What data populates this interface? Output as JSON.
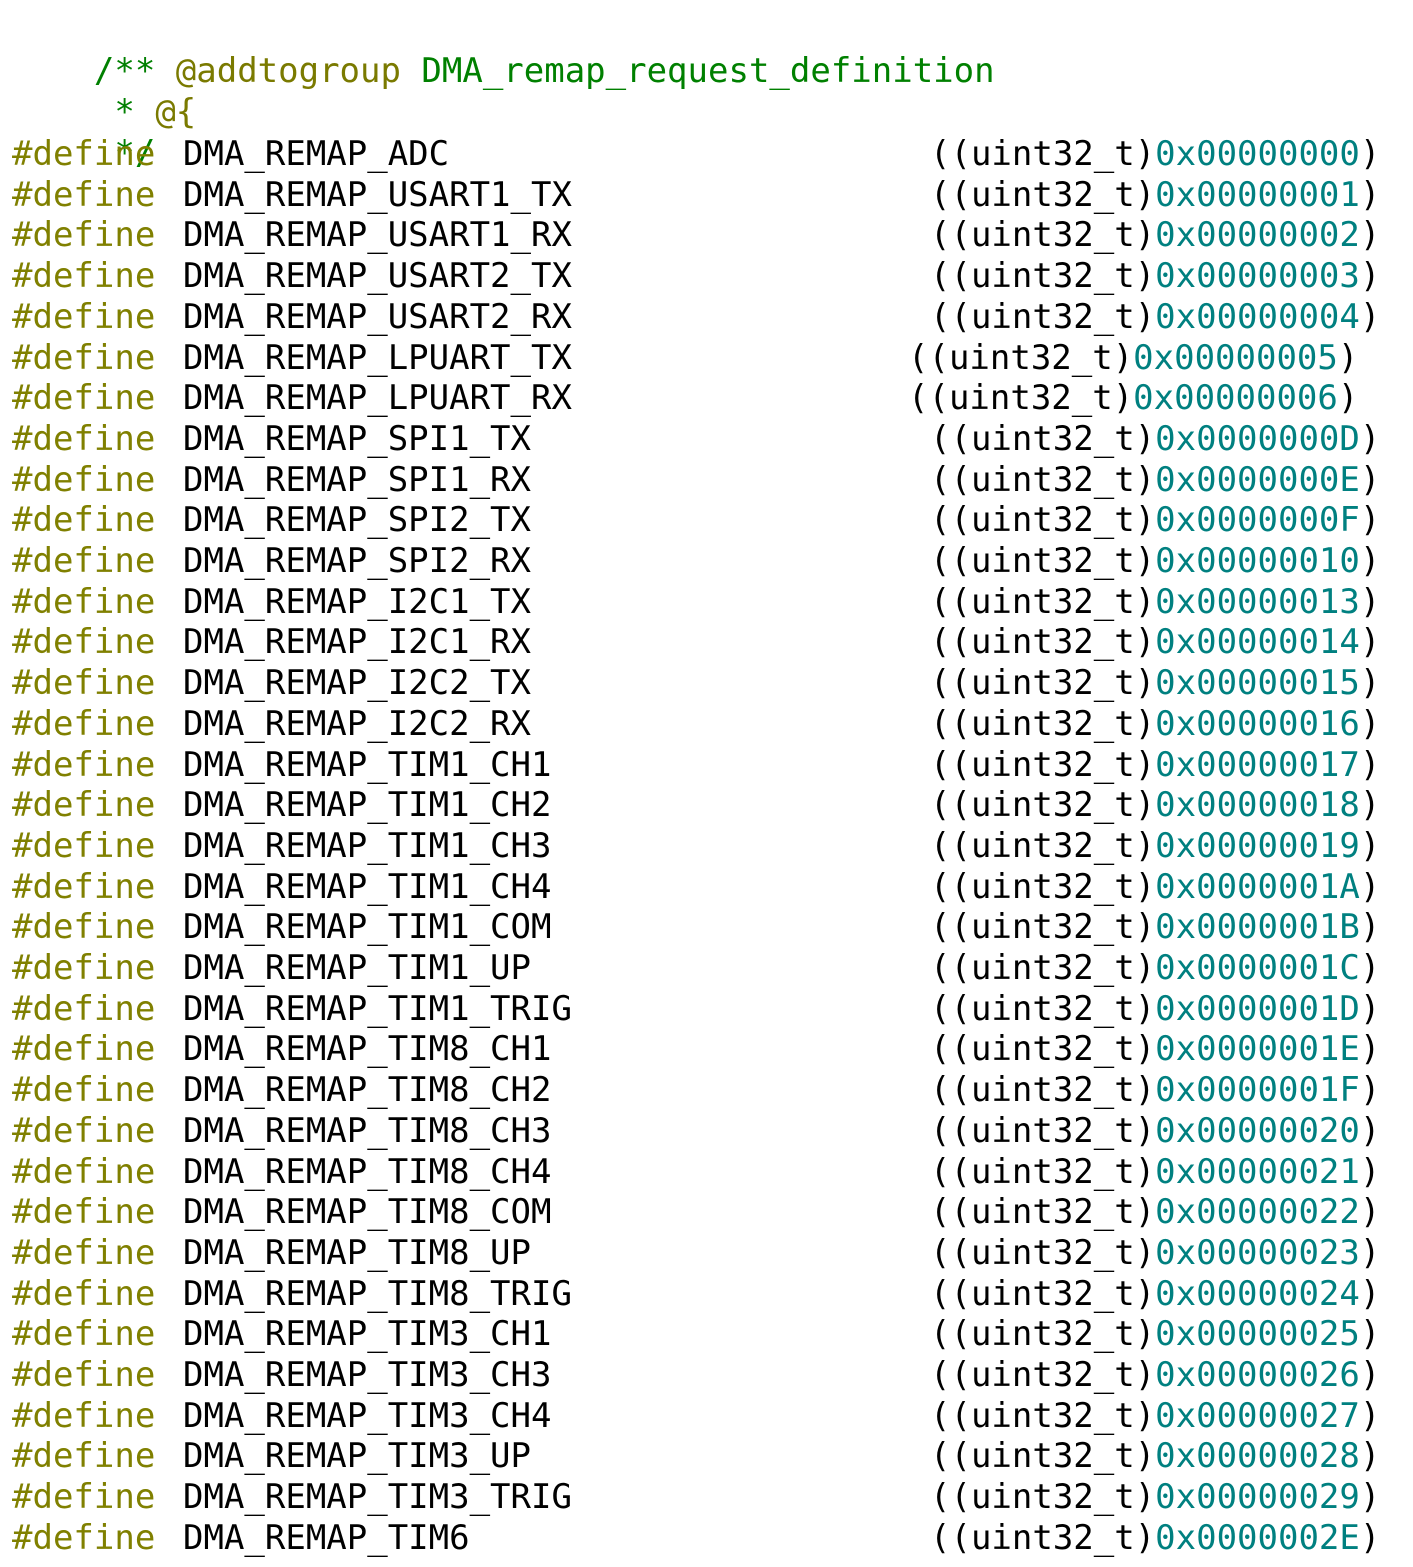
{
  "comment_lines": [
    {
      "prefix": "/** ",
      "tag": "@addtogroup",
      "rest": " DMA_remap_request_definition"
    },
    {
      "prefix": " * ",
      "tag": "@{",
      "rest": ""
    },
    {
      "prefix": " */",
      "tag": "",
      "rest": ""
    }
  ],
  "directive": "#define",
  "cast": "((uint32_t)",
  "close_paren": ")",
  "defines": [
    {
      "name": "DMA_REMAP_ADC",
      "hex": "0x00000000"
    },
    {
      "name": "DMA_REMAP_USART1_TX",
      "hex": "0x00000001"
    },
    {
      "name": "DMA_REMAP_USART1_RX",
      "hex": "0x00000002"
    },
    {
      "name": "DMA_REMAP_USART2_TX",
      "hex": "0x00000003"
    },
    {
      "name": "DMA_REMAP_USART2_RX",
      "hex": "0x00000004"
    },
    {
      "name": "DMA_REMAP_LPUART_TX",
      "hex": "0x00000005"
    },
    {
      "name": "DMA_REMAP_LPUART_RX",
      "hex": "0x00000006"
    },
    {
      "name": "DMA_REMAP_SPI1_TX",
      "hex": "0x0000000D"
    },
    {
      "name": "DMA_REMAP_SPI1_RX",
      "hex": "0x0000000E"
    },
    {
      "name": "DMA_REMAP_SPI2_TX",
      "hex": "0x0000000F"
    },
    {
      "name": "DMA_REMAP_SPI2_RX",
      "hex": "0x00000010"
    },
    {
      "name": "DMA_REMAP_I2C1_TX",
      "hex": "0x00000013"
    },
    {
      "name": "DMA_REMAP_I2C1_RX",
      "hex": "0x00000014"
    },
    {
      "name": "DMA_REMAP_I2C2_TX",
      "hex": "0x00000015"
    },
    {
      "name": "DMA_REMAP_I2C2_RX",
      "hex": "0x00000016"
    },
    {
      "name": "DMA_REMAP_TIM1_CH1",
      "hex": "0x00000017"
    },
    {
      "name": "DMA_REMAP_TIM1_CH2",
      "hex": "0x00000018"
    },
    {
      "name": "DMA_REMAP_TIM1_CH3",
      "hex": "0x00000019"
    },
    {
      "name": "DMA_REMAP_TIM1_CH4",
      "hex": "0x0000001A"
    },
    {
      "name": "DMA_REMAP_TIM1_COM",
      "hex": "0x0000001B"
    },
    {
      "name": "DMA_REMAP_TIM1_UP",
      "hex": "0x0000001C"
    },
    {
      "name": "DMA_REMAP_TIM1_TRIG",
      "hex": "0x0000001D"
    },
    {
      "name": "DMA_REMAP_TIM8_CH1",
      "hex": "0x0000001E"
    },
    {
      "name": "DMA_REMAP_TIM8_CH2",
      "hex": "0x0000001F"
    },
    {
      "name": "DMA_REMAP_TIM8_CH3",
      "hex": "0x00000020"
    },
    {
      "name": "DMA_REMAP_TIM8_CH4",
      "hex": "0x00000021"
    },
    {
      "name": "DMA_REMAP_TIM8_COM",
      "hex": "0x00000022"
    },
    {
      "name": "DMA_REMAP_TIM8_UP",
      "hex": "0x00000023"
    },
    {
      "name": "DMA_REMAP_TIM8_TRIG",
      "hex": "0x00000024"
    },
    {
      "name": "DMA_REMAP_TIM3_CH1",
      "hex": "0x00000025"
    },
    {
      "name": "DMA_REMAP_TIM3_CH3",
      "hex": "0x00000026"
    },
    {
      "name": "DMA_REMAP_TIM3_CH4",
      "hex": "0x00000027"
    },
    {
      "name": "DMA_REMAP_TIM3_UP",
      "hex": "0x00000028"
    },
    {
      "name": "DMA_REMAP_TIM3_TRIG",
      "hex": "0x00000029"
    },
    {
      "name": "DMA_REMAP_TIM6",
      "hex": "0x0000002E"
    }
  ],
  "colors": {
    "comment": "#008000",
    "directive": "#808000",
    "identifier": "#000000",
    "number": "#008080",
    "background": "#ffffff"
  }
}
